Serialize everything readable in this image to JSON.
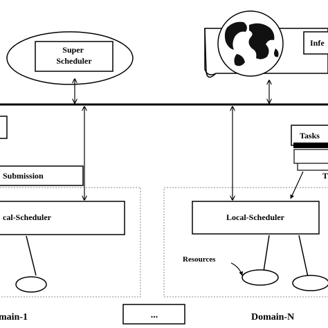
{
  "nodes": {
    "super_scheduler": "Super\nScheduler",
    "info_box": "Infe",
    "tasks_box": "Tasks",
    "tasks_side": "T",
    "submission": "Submission",
    "local_scheduler_left": "cal-Scheduler",
    "local_scheduler_right": "Local-Scheduler",
    "resources": "Resources",
    "ellipsis_box": "...",
    "domain_left": "main-1",
    "domain_right": "Domain-N"
  },
  "icons": {
    "globe": "globe-icon"
  }
}
